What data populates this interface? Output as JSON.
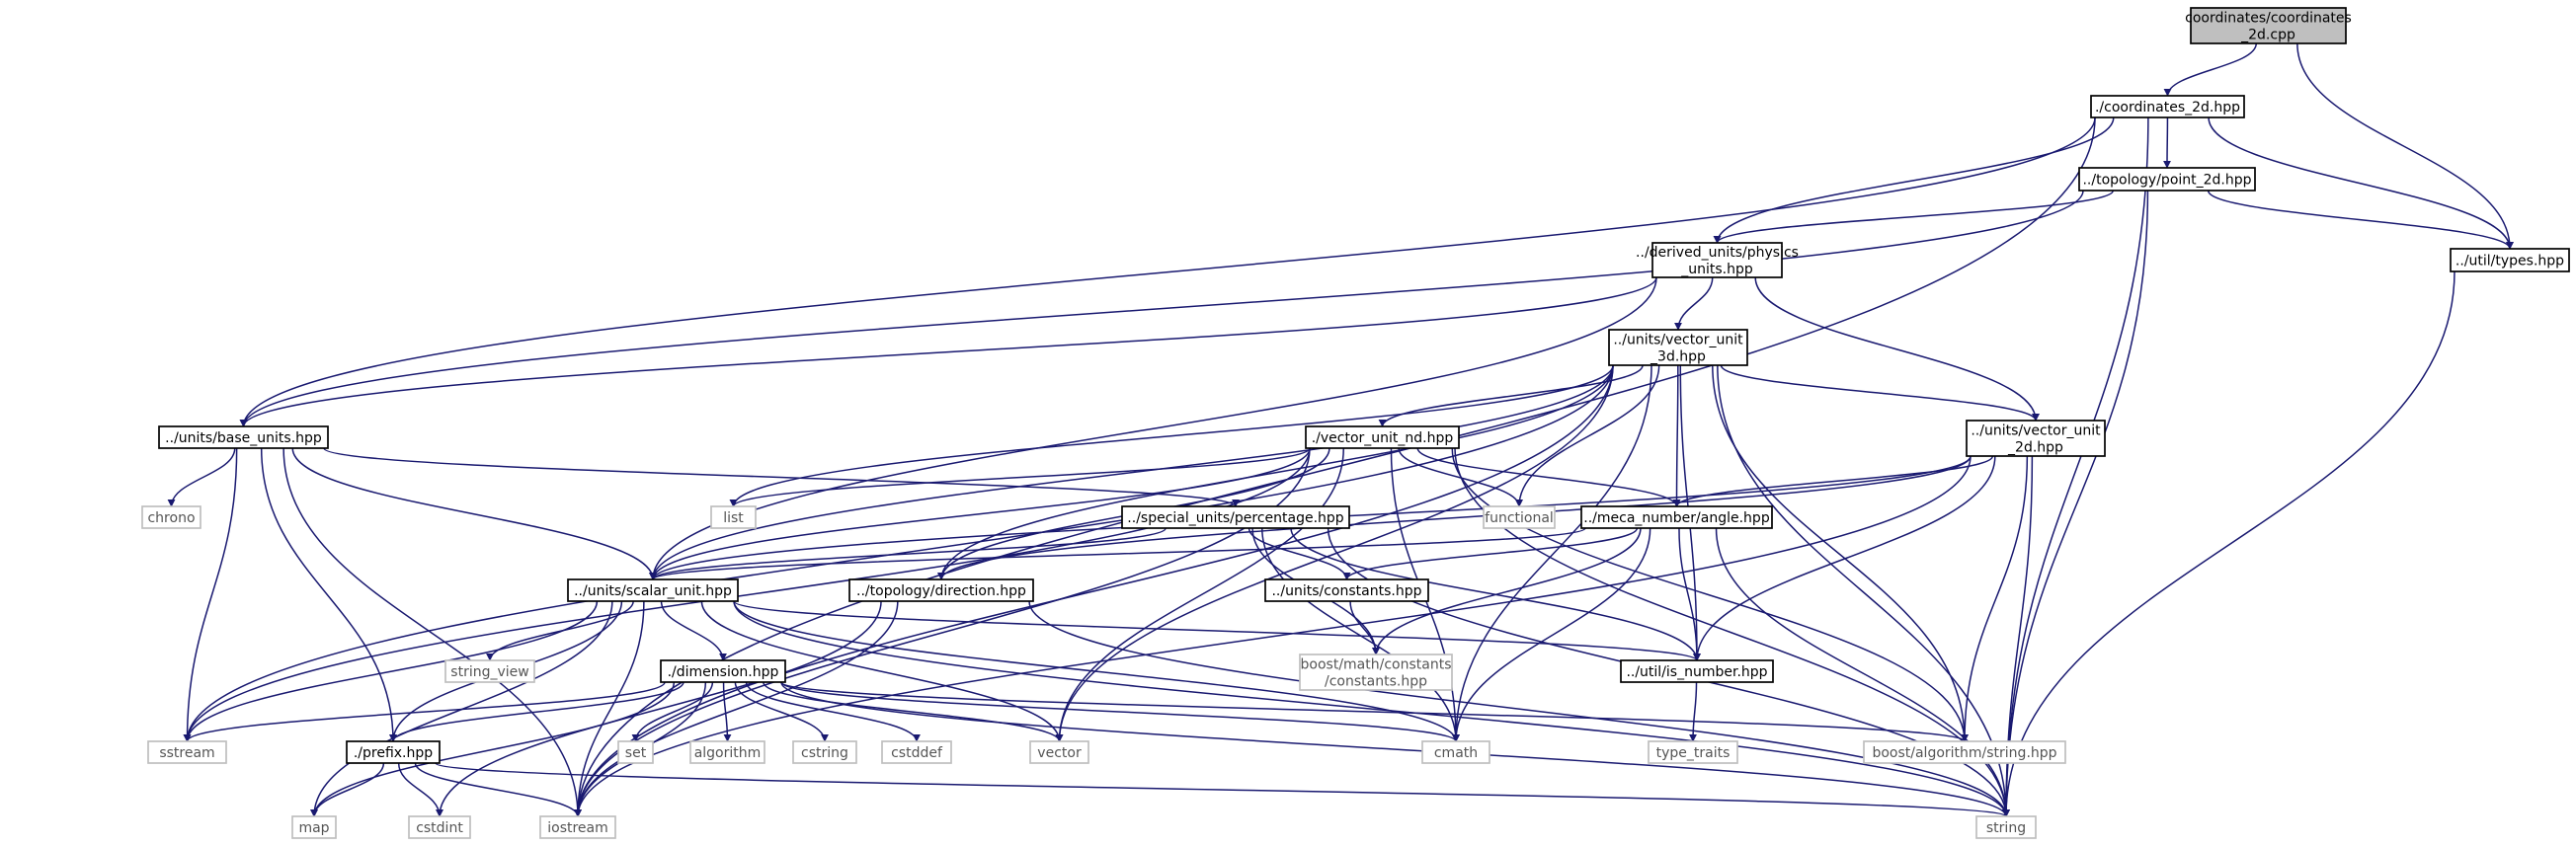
{
  "colors": {
    "root_fill": "#bfbfbf",
    "node_fill": "#ffffff",
    "node_stroke": "#000000",
    "system_stroke": "#bfbfbf",
    "edge": "#191970"
  },
  "nodes": [
    {
      "id": "root",
      "lines": [
        "coordinates/coordinates",
        "_2d.cpp"
      ],
      "kind": "root"
    },
    {
      "id": "coord2d",
      "lines": [
        "./coordinates_2d.hpp"
      ],
      "kind": "project"
    },
    {
      "id": "point2d",
      "lines": [
        "../topology/point_2d.hpp"
      ],
      "kind": "project"
    },
    {
      "id": "types",
      "lines": [
        "../util/types.hpp"
      ],
      "kind": "project"
    },
    {
      "id": "physics",
      "lines": [
        "../derived_units/physics",
        "_units.hpp"
      ],
      "kind": "project"
    },
    {
      "id": "vec3d",
      "lines": [
        "../units/vector_unit",
        "_3d.hpp"
      ],
      "kind": "project"
    },
    {
      "id": "base",
      "lines": [
        "../units/base_units.hpp"
      ],
      "kind": "project"
    },
    {
      "id": "vecnd",
      "lines": [
        "./vector_unit_nd.hpp"
      ],
      "kind": "project"
    },
    {
      "id": "vec2d",
      "lines": [
        "../units/vector_unit",
        "_2d.hpp"
      ],
      "kind": "project"
    },
    {
      "id": "chrono",
      "lines": [
        "chrono"
      ],
      "kind": "system"
    },
    {
      "id": "list",
      "lines": [
        "list"
      ],
      "kind": "system"
    },
    {
      "id": "functional",
      "lines": [
        "functional"
      ],
      "kind": "system"
    },
    {
      "id": "percentage",
      "lines": [
        "../special_units/percentage.hpp"
      ],
      "kind": "project"
    },
    {
      "id": "angle",
      "lines": [
        "../meca_number/angle.hpp"
      ],
      "kind": "project"
    },
    {
      "id": "scalar",
      "lines": [
        "../units/scalar_unit.hpp"
      ],
      "kind": "project"
    },
    {
      "id": "direction",
      "lines": [
        "../topology/direction.hpp"
      ],
      "kind": "project"
    },
    {
      "id": "constants",
      "lines": [
        "../units/constants.hpp"
      ],
      "kind": "project"
    },
    {
      "id": "stringview",
      "lines": [
        "string_view"
      ],
      "kind": "system"
    },
    {
      "id": "boostconst",
      "lines": [
        "boost/math/constants",
        "/constants.hpp"
      ],
      "kind": "system"
    },
    {
      "id": "isnumber",
      "lines": [
        "../util/is_number.hpp"
      ],
      "kind": "project"
    },
    {
      "id": "dimension",
      "lines": [
        "./dimension.hpp"
      ],
      "kind": "project"
    },
    {
      "id": "typetraits",
      "lines": [
        "type_traits"
      ],
      "kind": "system"
    },
    {
      "id": "sstream",
      "lines": [
        "sstream"
      ],
      "kind": "system"
    },
    {
      "id": "prefix",
      "lines": [
        "./prefix.hpp"
      ],
      "kind": "project"
    },
    {
      "id": "set",
      "lines": [
        "set"
      ],
      "kind": "system"
    },
    {
      "id": "algorithm",
      "lines": [
        "algorithm"
      ],
      "kind": "system"
    },
    {
      "id": "cstring",
      "lines": [
        "cstring"
      ],
      "kind": "system"
    },
    {
      "id": "cstddef",
      "lines": [
        "cstddef"
      ],
      "kind": "system"
    },
    {
      "id": "vector",
      "lines": [
        "vector"
      ],
      "kind": "system"
    },
    {
      "id": "cmath",
      "lines": [
        "cmath"
      ],
      "kind": "system"
    },
    {
      "id": "boostalgo",
      "lines": [
        "boost/algorithm/string.hpp"
      ],
      "kind": "system"
    },
    {
      "id": "map",
      "lines": [
        "map"
      ],
      "kind": "system"
    },
    {
      "id": "cstdint",
      "lines": [
        "cstdint"
      ],
      "kind": "system"
    },
    {
      "id": "iostream",
      "lines": [
        "iostream"
      ],
      "kind": "system"
    },
    {
      "id": "string",
      "lines": [
        "string"
      ],
      "kind": "system"
    }
  ],
  "edges": [
    [
      "root",
      "coord2d"
    ],
    [
      "root",
      "types"
    ],
    [
      "coord2d",
      "point2d"
    ],
    [
      "coord2d",
      "types"
    ],
    [
      "coord2d",
      "physics"
    ],
    [
      "coord2d",
      "base"
    ],
    [
      "coord2d",
      "iostream"
    ],
    [
      "coord2d",
      "string"
    ],
    [
      "point2d",
      "physics"
    ],
    [
      "point2d",
      "types"
    ],
    [
      "point2d",
      "base"
    ],
    [
      "point2d",
      "string"
    ],
    [
      "types",
      "string"
    ],
    [
      "physics",
      "vec3d"
    ],
    [
      "physics",
      "vec2d"
    ],
    [
      "physics",
      "base"
    ],
    [
      "physics",
      "scalar"
    ],
    [
      "vec3d",
      "vecnd"
    ],
    [
      "vec3d",
      "vec2d"
    ],
    [
      "vec3d",
      "angle"
    ],
    [
      "vec3d",
      "functional"
    ],
    [
      "vec3d",
      "list"
    ],
    [
      "vec3d",
      "scalar"
    ],
    [
      "vec3d",
      "direction"
    ],
    [
      "vec3d",
      "sstream"
    ],
    [
      "vec3d",
      "vector"
    ],
    [
      "vec3d",
      "isnumber"
    ],
    [
      "vec3d",
      "cmath"
    ],
    [
      "vec3d",
      "boostalgo"
    ],
    [
      "vec3d",
      "iostream"
    ],
    [
      "vec3d",
      "string"
    ],
    [
      "base",
      "chrono"
    ],
    [
      "base",
      "percentage"
    ],
    [
      "base",
      "scalar"
    ],
    [
      "base",
      "sstream"
    ],
    [
      "base",
      "prefix"
    ],
    [
      "base",
      "iostream"
    ],
    [
      "vecnd",
      "list"
    ],
    [
      "vecnd",
      "functional"
    ],
    [
      "vecnd",
      "angle"
    ],
    [
      "vecnd",
      "scalar"
    ],
    [
      "vecnd",
      "direction"
    ],
    [
      "vecnd",
      "sstream"
    ],
    [
      "vecnd",
      "vector"
    ],
    [
      "vecnd",
      "cmath"
    ],
    [
      "vecnd",
      "boostalgo"
    ],
    [
      "vecnd",
      "iostream"
    ],
    [
      "vecnd",
      "string"
    ],
    [
      "vec2d",
      "angle"
    ],
    [
      "vec2d",
      "scalar"
    ],
    [
      "vec2d",
      "direction"
    ],
    [
      "vec2d",
      "isnumber"
    ],
    [
      "vec2d",
      "boostalgo"
    ],
    [
      "vec2d",
      "iostream"
    ],
    [
      "vec2d",
      "string"
    ],
    [
      "percentage",
      "scalar"
    ],
    [
      "percentage",
      "constants"
    ],
    [
      "percentage",
      "boostconst"
    ],
    [
      "percentage",
      "isnumber"
    ],
    [
      "percentage",
      "cmath"
    ],
    [
      "percentage",
      "string"
    ],
    [
      "angle",
      "scalar"
    ],
    [
      "angle",
      "constants"
    ],
    [
      "angle",
      "boostconst"
    ],
    [
      "angle",
      "isnumber"
    ],
    [
      "angle",
      "cmath"
    ],
    [
      "angle",
      "string"
    ],
    [
      "scalar",
      "stringview"
    ],
    [
      "scalar",
      "dimension"
    ],
    [
      "scalar",
      "prefix"
    ],
    [
      "scalar",
      "sstream"
    ],
    [
      "scalar",
      "map"
    ],
    [
      "scalar",
      "isnumber"
    ],
    [
      "scalar",
      "vector"
    ],
    [
      "scalar",
      "cmath"
    ],
    [
      "scalar",
      "iostream"
    ],
    [
      "scalar",
      "string"
    ],
    [
      "direction",
      "cstdint"
    ],
    [
      "direction",
      "iostream"
    ],
    [
      "direction",
      "string"
    ],
    [
      "constants",
      "boostconst"
    ],
    [
      "isnumber",
      "typetraits"
    ],
    [
      "dimension",
      "sstream"
    ],
    [
      "dimension",
      "prefix"
    ],
    [
      "dimension",
      "set"
    ],
    [
      "dimension",
      "algorithm"
    ],
    [
      "dimension",
      "cstring"
    ],
    [
      "dimension",
      "cstddef"
    ],
    [
      "dimension",
      "vector"
    ],
    [
      "dimension",
      "cmath"
    ],
    [
      "dimension",
      "boostalgo"
    ],
    [
      "dimension",
      "map"
    ],
    [
      "dimension",
      "iostream"
    ],
    [
      "dimension",
      "string"
    ],
    [
      "prefix",
      "map"
    ],
    [
      "prefix",
      "cstdint"
    ],
    [
      "prefix",
      "iostream"
    ],
    [
      "prefix",
      "string"
    ]
  ]
}
